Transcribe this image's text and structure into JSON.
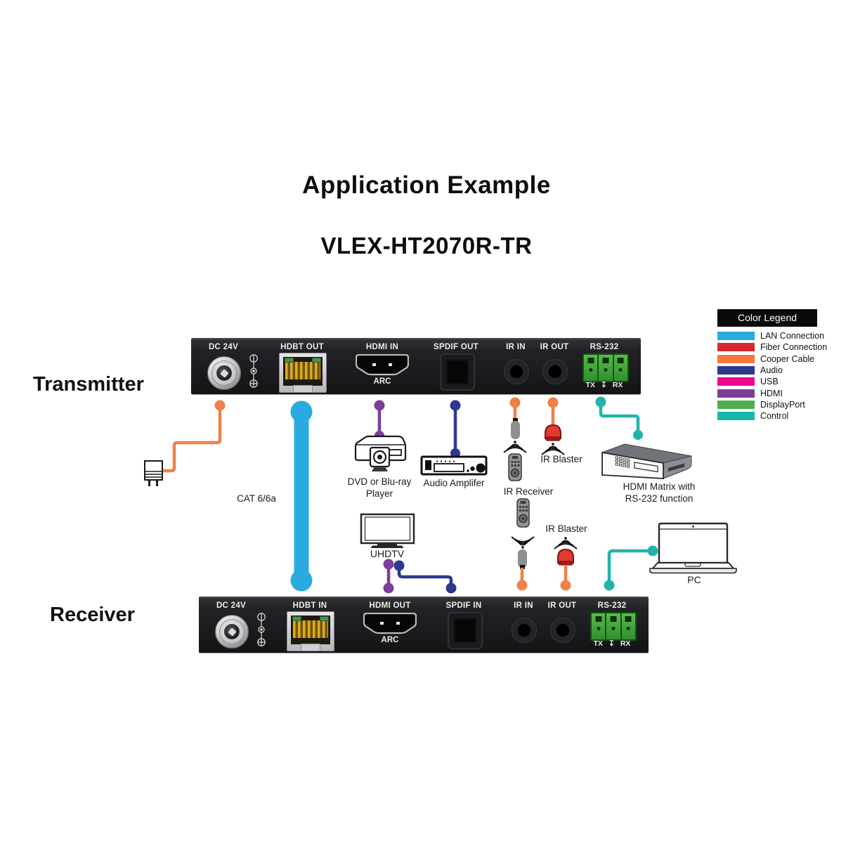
{
  "title": "Application Example",
  "subtitle": "VLEX-HT2070R-TR",
  "legend": {
    "title": "Color Legend",
    "items": [
      {
        "label": "LAN Connection",
        "color": "#29ABE2"
      },
      {
        "label": "Fiber Connection",
        "color": "#D7282F"
      },
      {
        "label": "Cooper Cable",
        "color": "#F4793B"
      },
      {
        "label": "Audio",
        "color": "#2B3A8F"
      },
      {
        "label": "USB",
        "color": "#EC098C"
      },
      {
        "label": "HDMI",
        "color": "#7B3F98"
      },
      {
        "label": "DisplayPort",
        "color": "#4CAE50"
      },
      {
        "label": "Control",
        "color": "#16B8AC"
      }
    ]
  },
  "transmitter": {
    "label": "Transmitter",
    "ports": {
      "dc": "DC 24V",
      "hdbt": "HDBT OUT",
      "hdmi": "HDMI IN",
      "hdmi_sub": "ARC",
      "spdif": "SPDIF OUT",
      "ir_in": "IR IN",
      "ir_out": "IR OUT",
      "rs232": "RS-232",
      "tx": "TX",
      "gnd": "↧",
      "rx": "RX"
    }
  },
  "receiver": {
    "label": "Receiver",
    "ports": {
      "dc": "DC 24V",
      "hdbt": "HDBT IN",
      "hdmi": "HDMI OUT",
      "hdmi_sub": "ARC",
      "spdif": "SPDIF IN",
      "ir_in": "IR IN",
      "ir_out": "IR OUT",
      "rs232": "RS-232",
      "tx": "TX",
      "gnd": "↧",
      "rx": "RX"
    }
  },
  "connections": {
    "cat_label": "CAT 6/6a"
  },
  "devices": {
    "dvd": {
      "line1": "DVD or Blu-ray",
      "line2": "Player"
    },
    "amp": {
      "label": "Audio Amplifer"
    },
    "ir_receiver": {
      "label": "IR Receiver"
    },
    "ir_blaster_tx": {
      "label": "IR Blaster"
    },
    "matrix": {
      "line1": "HDMI Matrix with",
      "line2": "RS-232 function"
    },
    "uhdtv": {
      "label": "UHDTV"
    },
    "ir_blaster_rx": {
      "label": "IR Blaster"
    },
    "pc": {
      "label": "PC"
    }
  }
}
